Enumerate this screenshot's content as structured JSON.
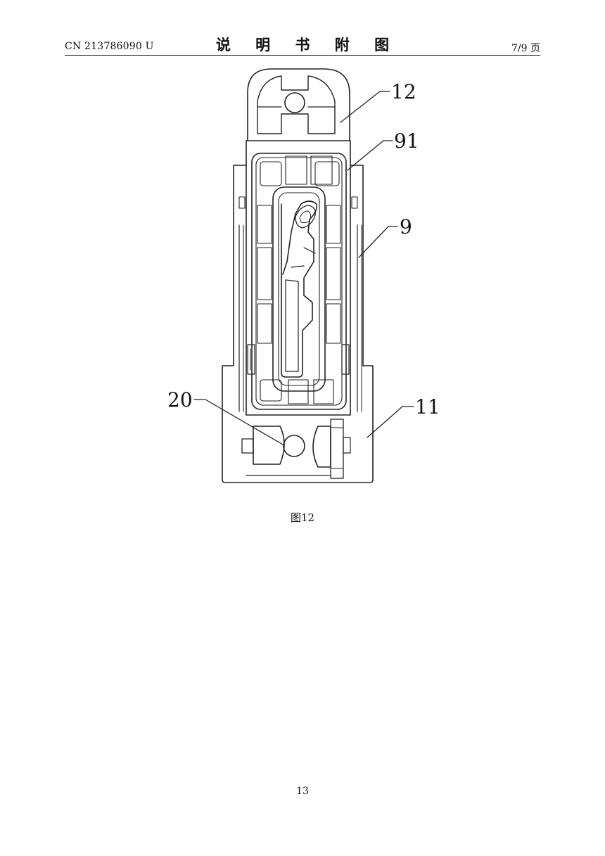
{
  "header": {
    "publication_number": "CN 213786090 U",
    "section_title": "说 明 书 附 图",
    "page_of": "7/9 页"
  },
  "figure": {
    "caption": "图12",
    "reference_labels": {
      "r12": "12",
      "r91": "91",
      "r9": "9",
      "r20": "20",
      "r11": "11"
    }
  },
  "footer": {
    "page_number": "13"
  }
}
